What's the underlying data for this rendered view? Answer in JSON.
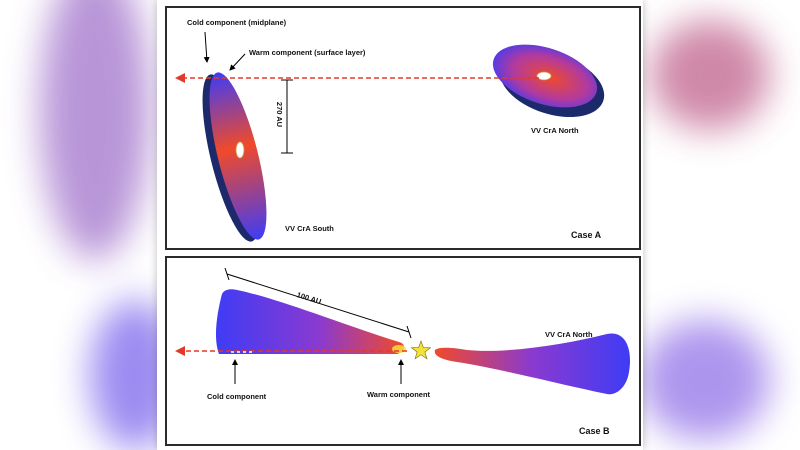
{
  "panel_a": {
    "cold_label": "Cold component (midplane)",
    "warm_label": "Warm component (surface layer)",
    "distance_label": "270 AU",
    "south_label": "VV CrA South",
    "north_label": "VV CrA North",
    "case_label": "Case A"
  },
  "panel_b": {
    "distance_label": "100 AU",
    "north_label": "VV CrA North",
    "cold_label": "Cold component",
    "warm_label": "Warm component",
    "case_label": "Case B"
  },
  "colors": {
    "disk_blue": "#3f3cf5",
    "disk_red": "#f04a2a",
    "disk_dark": "#1c2a6b",
    "sightline": "#e23a2a",
    "star": "#f2e23a"
  }
}
